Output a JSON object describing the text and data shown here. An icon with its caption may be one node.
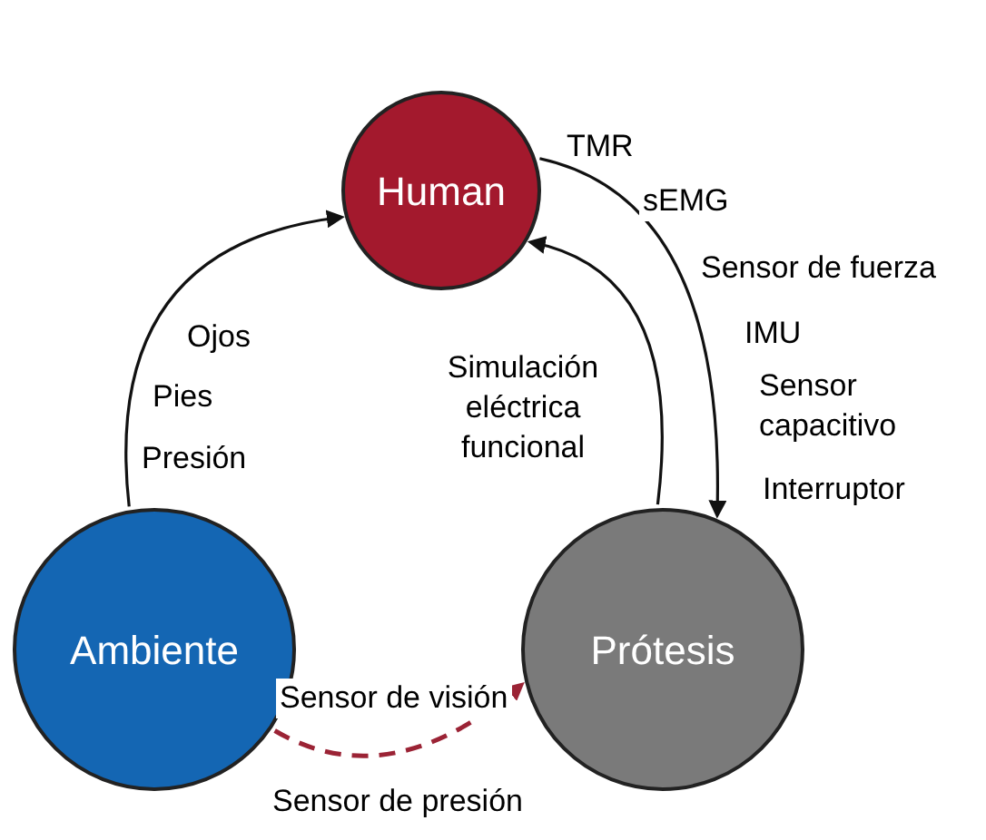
{
  "diagram": {
    "nodes": [
      {
        "text": [
          "Human"
        ]
      },
      {
        "text": [
          "Ambiente"
        ]
      },
      {
        "text": [
          "Prótesis"
        ]
      }
    ],
    "edges": [
      {
        "from": 1,
        "to": 0,
        "arrow": "to"
      },
      {
        "from": 2,
        "to": 0,
        "arrow": "to"
      },
      {
        "from": 0,
        "to": 2,
        "arrow": "to"
      },
      {
        "from": 1,
        "to": 2,
        "arrow": "to",
        "style": "dashed",
        "color": "#9b2335"
      }
    ],
    "labels": [
      "TMR",
      "sEMG",
      "Sensor de fuerza",
      "Ojos",
      "IMU",
      "Pies",
      "Simulación eléctrica funcional",
      "Sensor capacitivo",
      "Presión",
      "Interruptor",
      "Sensor de visión",
      "Sensor de presión"
    ]
  }
}
